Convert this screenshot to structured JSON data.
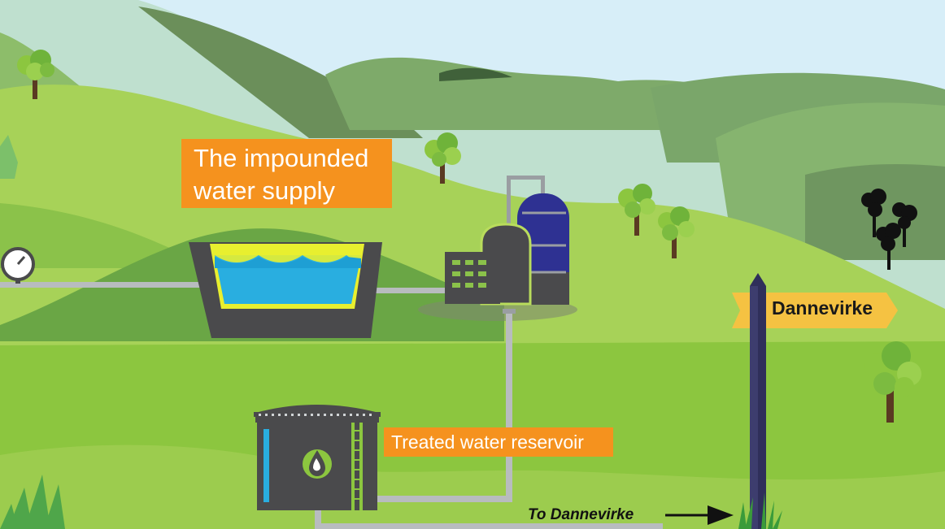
{
  "labels": {
    "impounded_supply": "The impounded water supply",
    "treated_reservoir": "Treated water reservoir",
    "sign": "Dannevirke",
    "road": "To Dannevirke"
  },
  "colors": {
    "sky": "#d7eef8",
    "label_orange": "#f5921e",
    "sign_yellow": "#f5c242",
    "water": "#29aee0",
    "tank_dark": "#4a4a4c",
    "treatment_blue": "#2e3192"
  },
  "icons": [
    "pressure-gauge-icon",
    "water-drop-icon",
    "direction-arrow-icon",
    "tree-icon"
  ]
}
